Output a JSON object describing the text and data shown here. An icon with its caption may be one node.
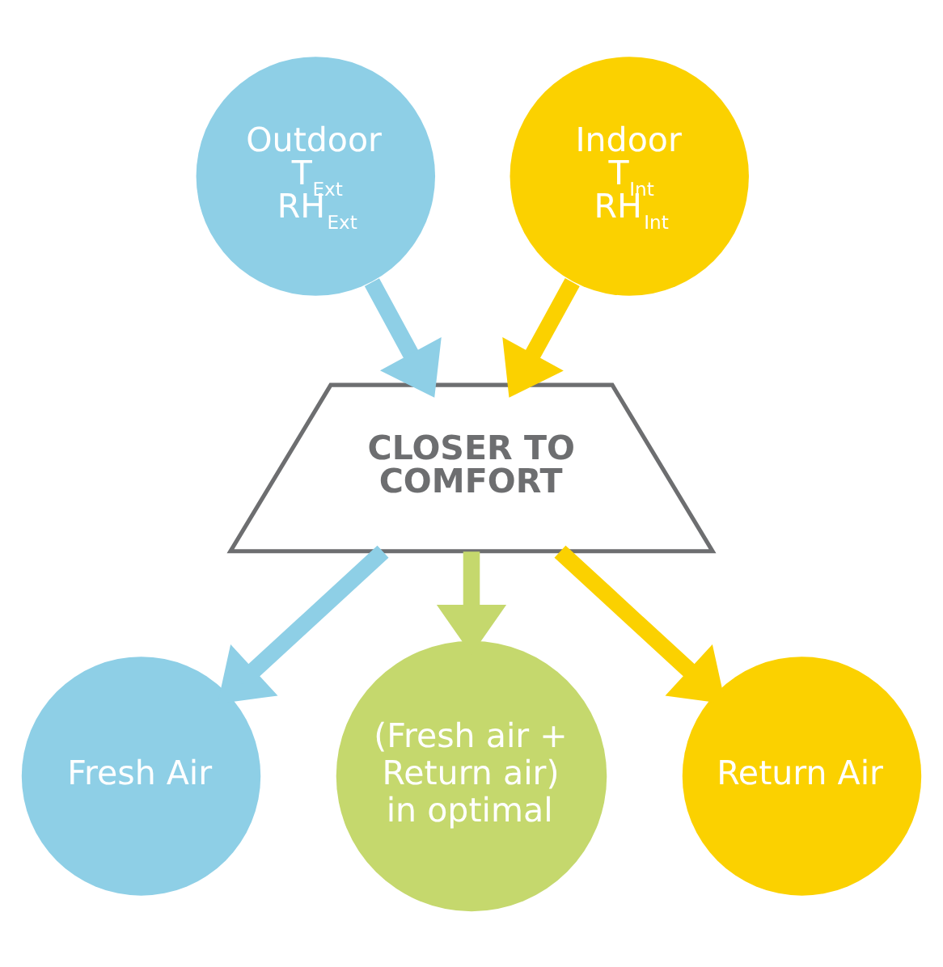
{
  "diagram": {
    "nodes": [
      {
        "text": [
          "Outdoor",
          "T$_{Ext}$",
          "RH$_{Ext}$"
        ]
      },
      {
        "text": [
          "Indoor",
          "T$_{Int}$",
          "RH$_{Int}$"
        ]
      },
      {
        "text": [
          "CLOSER TO COMFORT"
        ]
      },
      {
        "text": [
          "Fresh Air"
        ]
      },
      {
        "text": [
          "(Fresh air + Return air) in optimal"
        ]
      },
      {
        "text": [
          "Return Air"
        ]
      }
    ],
    "edges": [
      {
        "from": 0,
        "to": 2,
        "arrow": "to",
        "color": "#8ecfe6"
      },
      {
        "from": 1,
        "to": 2,
        "arrow": "to",
        "color": "#fbd100"
      },
      {
        "from": 2,
        "to": 3,
        "arrow": "to",
        "color": "#8ecfe6"
      },
      {
        "from": 2,
        "to": 4,
        "arrow": "to",
        "color": "#c5d86d"
      },
      {
        "from": 2,
        "to": 5,
        "arrow": "to",
        "color": "#fbd100"
      }
    ]
  }
}
